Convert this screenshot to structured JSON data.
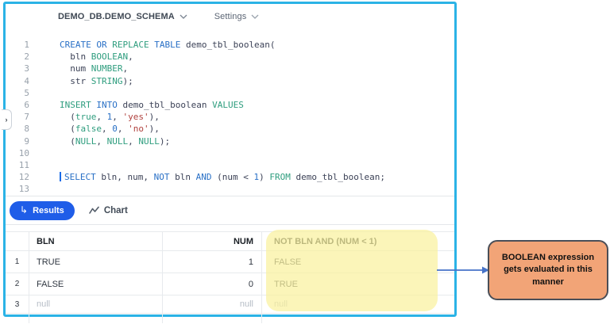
{
  "colors": {
    "window_border": "#2bb3e6",
    "results_pill_blue": "#1f5de8",
    "highlight_yellow": "rgba(249,241,158,0.72)",
    "callout_fill": "#f2a477",
    "arrow_blue": "#4673c8",
    "syntax_keyword_blue": "#2970c6",
    "syntax_type_green": "#2e9d7e",
    "syntax_string_red": "#b0413e",
    "syntax_plain": "#3c4257"
  },
  "topbar": {
    "context_label": "DEMO_DB.DEMO_SCHEMA",
    "settings_label": "Settings"
  },
  "panel_toggle_glyph": "›",
  "editor": {
    "lines": [
      {
        "n": "1",
        "seg": [
          [
            "b",
            "CREATE "
          ],
          [
            "b",
            "OR "
          ],
          [
            "g",
            "REPLACE "
          ],
          [
            "b",
            "TABLE "
          ],
          [
            "p",
            "demo_tbl_boolean("
          ]
        ]
      },
      {
        "n": "2",
        "seg": [
          [
            "p",
            "  bln "
          ],
          [
            "g",
            "BOOLEAN"
          ],
          [
            "p",
            ","
          ]
        ]
      },
      {
        "n": "3",
        "seg": [
          [
            "p",
            "  num "
          ],
          [
            "g",
            "NUMBER"
          ],
          [
            "p",
            ","
          ]
        ]
      },
      {
        "n": "4",
        "seg": [
          [
            "p",
            "  str "
          ],
          [
            "g",
            "STRING"
          ],
          [
            "p",
            ");"
          ]
        ]
      },
      {
        "n": "5",
        "seg": []
      },
      {
        "n": "6",
        "seg": [
          [
            "g",
            "INSERT "
          ],
          [
            "b",
            "INTO "
          ],
          [
            "p",
            "demo_tbl_boolean "
          ],
          [
            "g",
            "VALUES"
          ]
        ]
      },
      {
        "n": "7",
        "seg": [
          [
            "p",
            "  ("
          ],
          [
            "g",
            "true"
          ],
          [
            "p",
            ", "
          ],
          [
            "b",
            "1"
          ],
          [
            "p",
            ", "
          ],
          [
            "r",
            "'yes'"
          ],
          [
            "p",
            "),"
          ]
        ]
      },
      {
        "n": "8",
        "seg": [
          [
            "p",
            "  ("
          ],
          [
            "g",
            "false"
          ],
          [
            "p",
            ", "
          ],
          [
            "b",
            "0"
          ],
          [
            "p",
            ", "
          ],
          [
            "r",
            "'no'"
          ],
          [
            "p",
            "),"
          ]
        ]
      },
      {
        "n": "9",
        "seg": [
          [
            "p",
            "  ("
          ],
          [
            "g",
            "NULL"
          ],
          [
            "p",
            ", "
          ],
          [
            "g",
            "NULL"
          ],
          [
            "p",
            ", "
          ],
          [
            "g",
            "NULL"
          ],
          [
            "p",
            ");"
          ]
        ]
      },
      {
        "n": "10",
        "seg": []
      },
      {
        "n": "11",
        "seg": []
      },
      {
        "n": "12",
        "caret": true,
        "seg": [
          [
            "b",
            "SELECT "
          ],
          [
            "p",
            "bln, num, "
          ],
          [
            "b",
            "NOT "
          ],
          [
            "p",
            "bln "
          ],
          [
            "b",
            "AND "
          ],
          [
            "p",
            "(num < "
          ],
          [
            "b",
            "1"
          ],
          [
            "p",
            ") "
          ],
          [
            "g",
            "FROM "
          ],
          [
            "p",
            "demo_tbl_boolean;"
          ]
        ]
      },
      {
        "n": "13",
        "seg": []
      }
    ]
  },
  "tabs": {
    "results_label": "Results",
    "chart_label": "Chart"
  },
  "results_table": {
    "columns": [
      {
        "label": "BLN",
        "align": "left"
      },
      {
        "label": "NUM",
        "align": "right"
      },
      {
        "label": "NOT BLN AND (NUM < 1)",
        "align": "left"
      }
    ],
    "rows": [
      {
        "num": "1",
        "cells": [
          "TRUE",
          "1",
          "FALSE"
        ]
      },
      {
        "num": "2",
        "cells": [
          "FALSE",
          "0",
          "TRUE"
        ]
      },
      {
        "num": "3",
        "cells": [
          "null",
          "null",
          "null"
        ]
      }
    ]
  },
  "annotation": {
    "text": "BOOLEAN expression gets evaluated in this manner"
  }
}
